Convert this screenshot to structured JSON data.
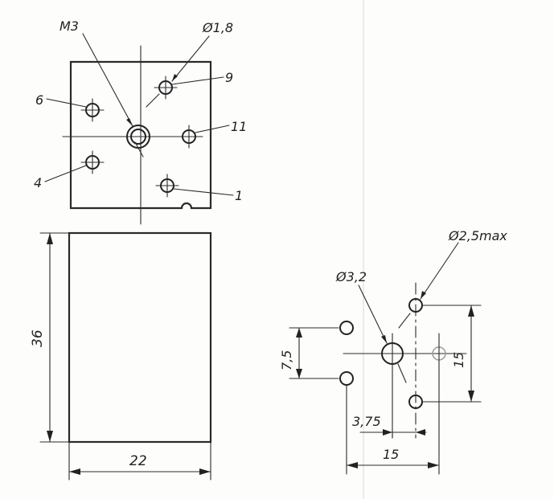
{
  "top_view": {
    "label_m3": "M3",
    "label_phi_1_8": "Ø1,8",
    "pin_9": "9",
    "pin_6": "6",
    "pin_11": "11",
    "pin_4": "4",
    "pin_1": "1"
  },
  "side_view": {
    "height_dim": "36",
    "width_dim": "22"
  },
  "footprint": {
    "label_phi_2_5": "Ø2,5max",
    "label_phi_3_2": "Ø3,2",
    "dim_7_5": "7,5",
    "dim_15_v": "15",
    "dim_3_75": "3,75",
    "dim_15_h": "15"
  },
  "colors": {
    "ink": "#222222",
    "paper": "#fdfdfc"
  }
}
